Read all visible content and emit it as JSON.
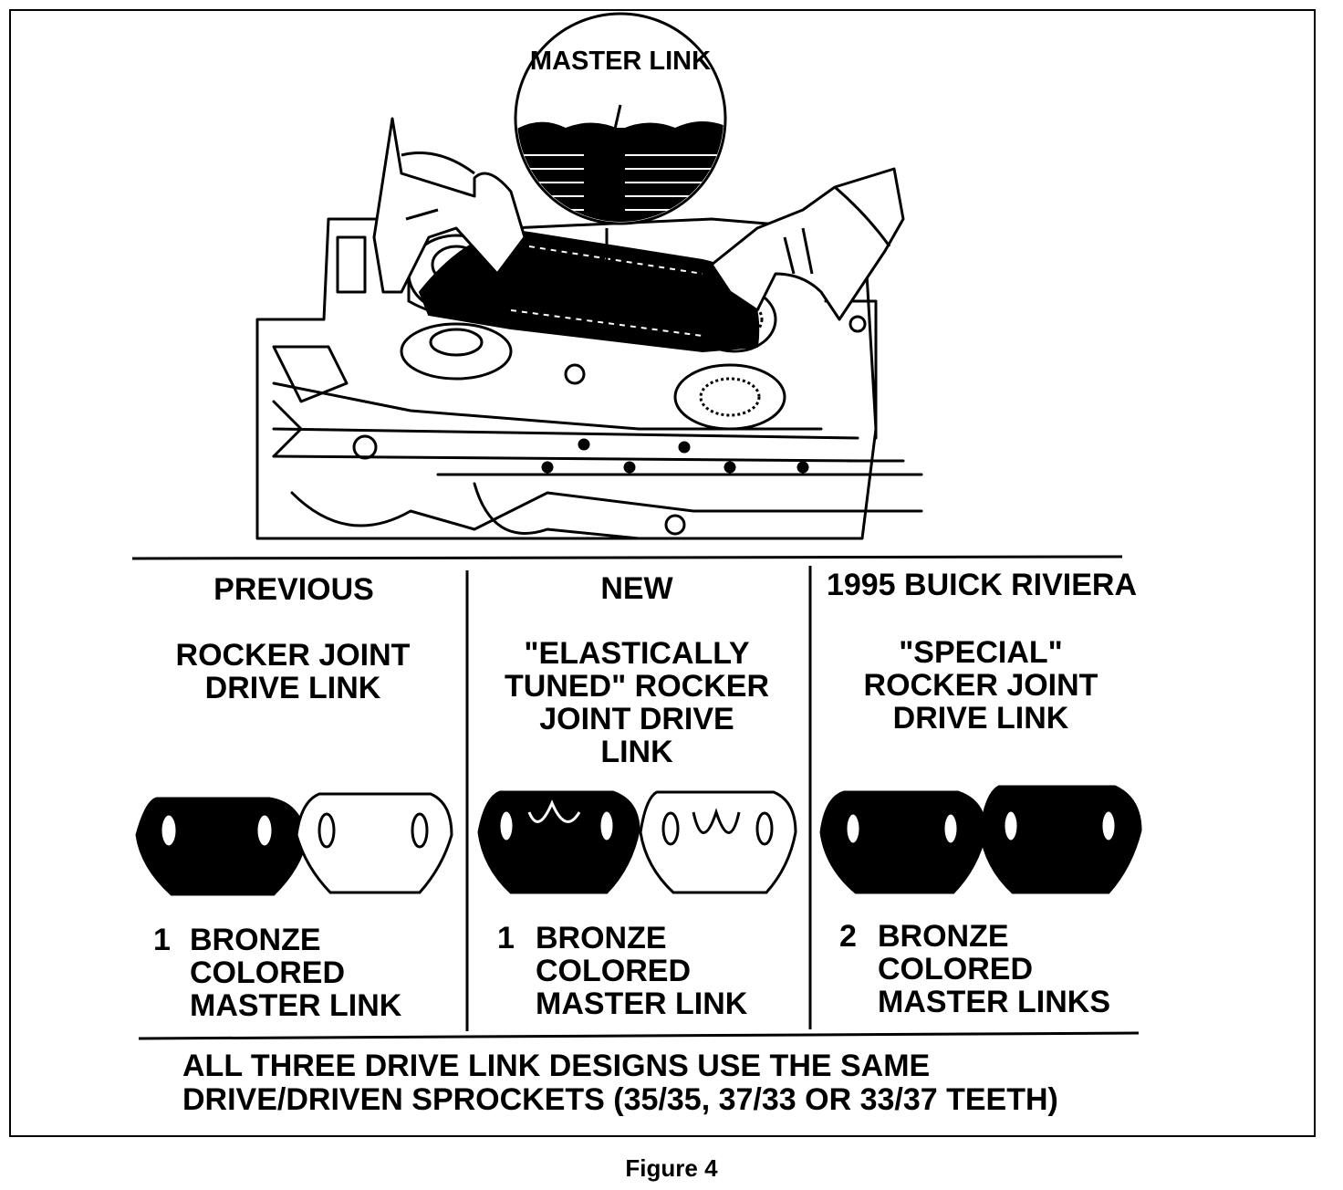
{
  "inset": {
    "label": "MASTER LINK"
  },
  "columns": [
    {
      "heading": "PREVIOUS",
      "description": "ROCKER JOINT DRIVE LINK",
      "count_number": "1",
      "count_text": [
        "BRONZE",
        "COLORED",
        "MASTER LINK"
      ]
    },
    {
      "heading": "NEW",
      "description": "\"ELASTICALLY TUNED\" ROCKER JOINT DRIVE LINK",
      "count_number": "1",
      "count_text": [
        "BRONZE",
        "COLORED",
        "MASTER LINK"
      ]
    },
    {
      "heading": "1995 BUICK RIVIERA",
      "description": "\"SPECIAL\" ROCKER JOINT DRIVE LINK",
      "count_number": "2",
      "count_text": [
        "BRONZE",
        "COLORED",
        "MASTER LINKS"
      ]
    }
  ],
  "footer": {
    "line1": "ALL THREE DRIVE LINK DESIGNS USE THE SAME",
    "line2": "DRIVE/DRIVEN SPROCKETS  (35/35, 37/33 OR 33/37 TEETH)"
  },
  "caption": "Figure 4",
  "colors": {
    "ink": "#000000",
    "paper": "#ffffff"
  }
}
